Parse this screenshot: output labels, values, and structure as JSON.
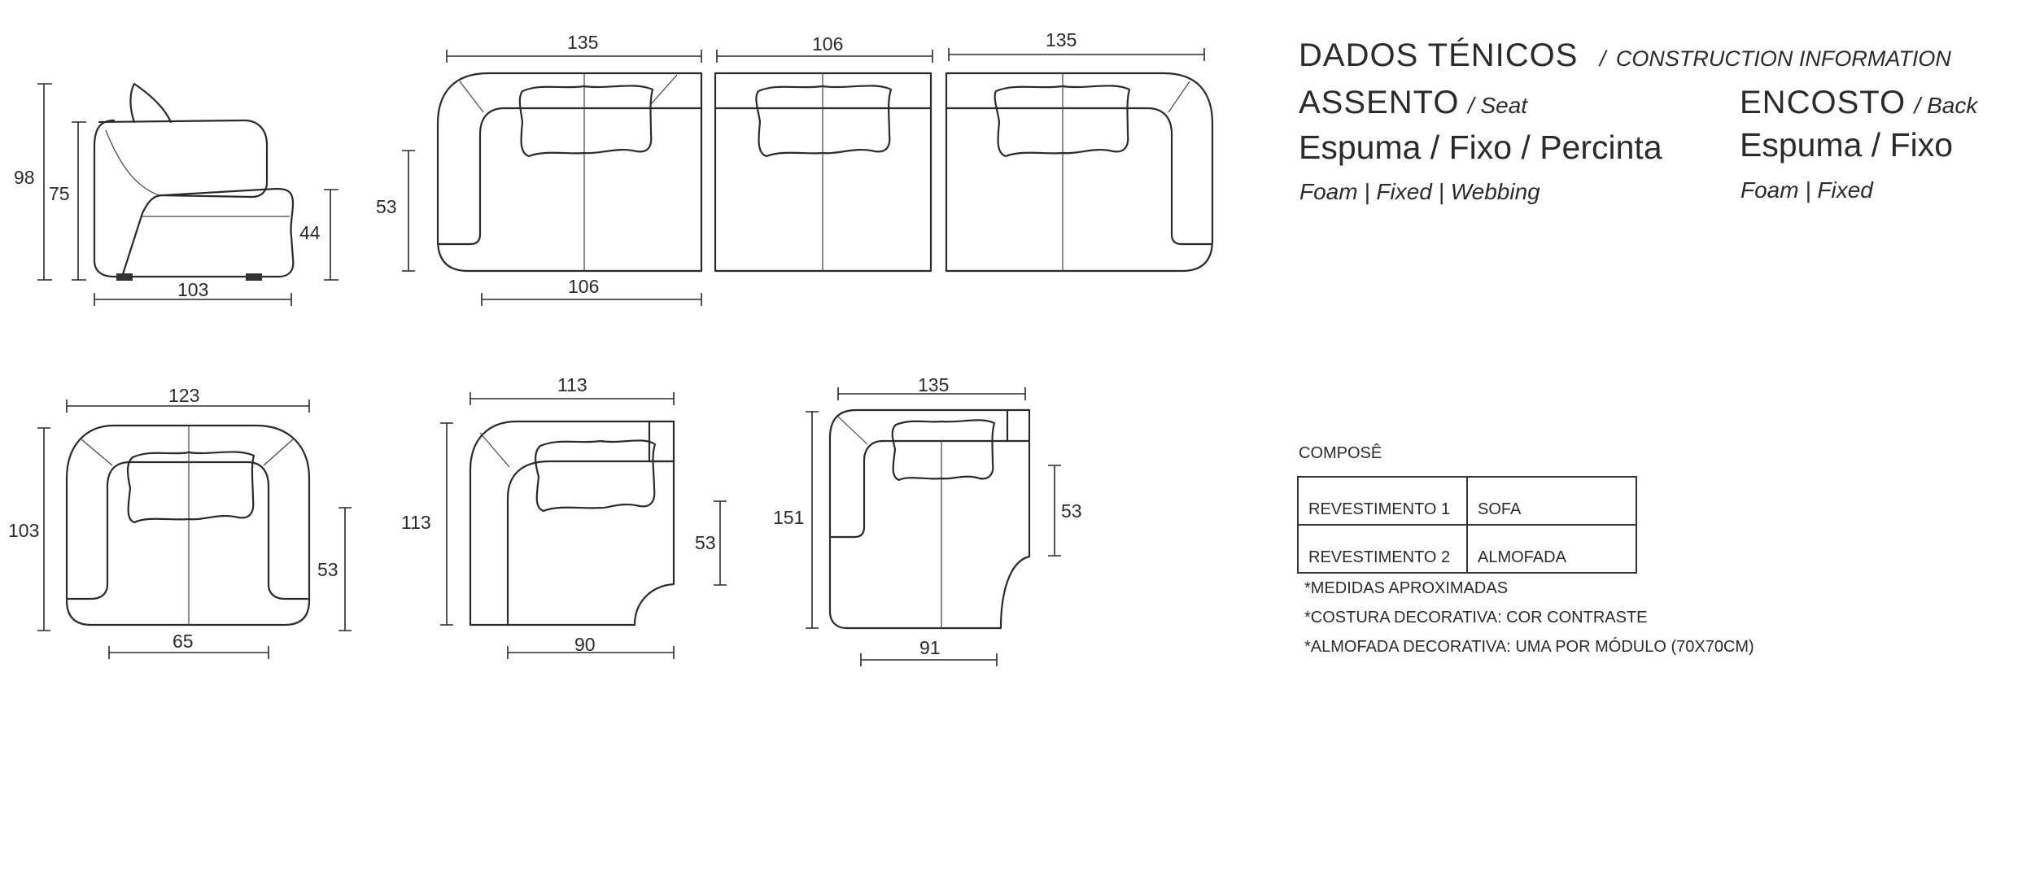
{
  "header": {
    "title": "DADOS TÉNICOS",
    "title_sep": "/",
    "subtitle": "CONSTRUCTION INFORMATION"
  },
  "seat": {
    "label": "ASSENTO",
    "label_en": "/ Seat",
    "materials": "Espuma / Fixo / Percinta",
    "materials_en": "Foam | Fixed | Webbing"
  },
  "back": {
    "label": "ENCOSTO",
    "label_en": "/ Back",
    "materials": "Espuma / Fixo",
    "materials_en": "Foam | Fixed"
  },
  "composition": {
    "title": "COMPOSÊ",
    "rows": [
      {
        "name": "REVESTIMENTO 1",
        "value": "SOFA"
      },
      {
        "name": "REVESTIMENTO 2",
        "value": "ALMOFADA"
      }
    ],
    "notes": [
      "*MEDIDAS APROXIMADAS",
      "*COSTURA DECORATIVA: COR CONTRASTE",
      "*ALMOFADA DECORATIVA: UMA POR MÓDULO (70X70CM)"
    ]
  },
  "dimensions": {
    "side_total_height": "98",
    "side_back_height": "75",
    "side_seat_height": "44",
    "side_depth": "103",
    "sofa_left_width": "135",
    "sofa_middle_width": "106",
    "sofa_right_width": "135",
    "sofa_seat_depth": "53",
    "sofa_seat_width": "106",
    "armchair_width": "123",
    "armchair_depth": "103",
    "armchair_seat_depth": "53",
    "armchair_seat_width": "65",
    "corner_width": "113",
    "corner_depth": "113",
    "corner_seat_depth": "53",
    "corner_seat_width": "90",
    "chaise_width": "135",
    "chaise_depth": "151",
    "chaise_seat_depth": "53",
    "chaise_seat_width": "91"
  }
}
